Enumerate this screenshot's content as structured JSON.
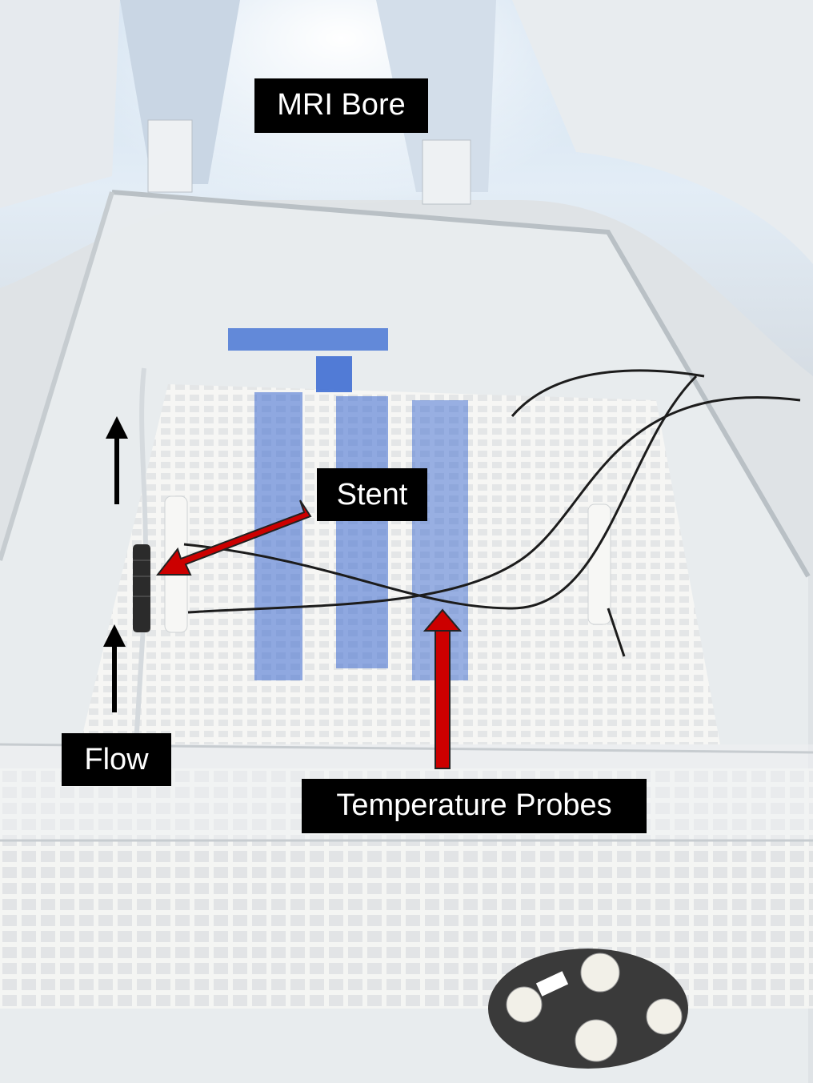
{
  "labels": {
    "mri_bore": "MRI Bore",
    "stent": "Stent",
    "flow": "Flow",
    "temperature_probes": "Temperature Probes"
  },
  "colors": {
    "arrow_red": "#cc0000",
    "arrow_black": "#000000",
    "grid_blue": "#2a5fd0",
    "label_bg": "#000000",
    "label_text": "#ffffff"
  }
}
